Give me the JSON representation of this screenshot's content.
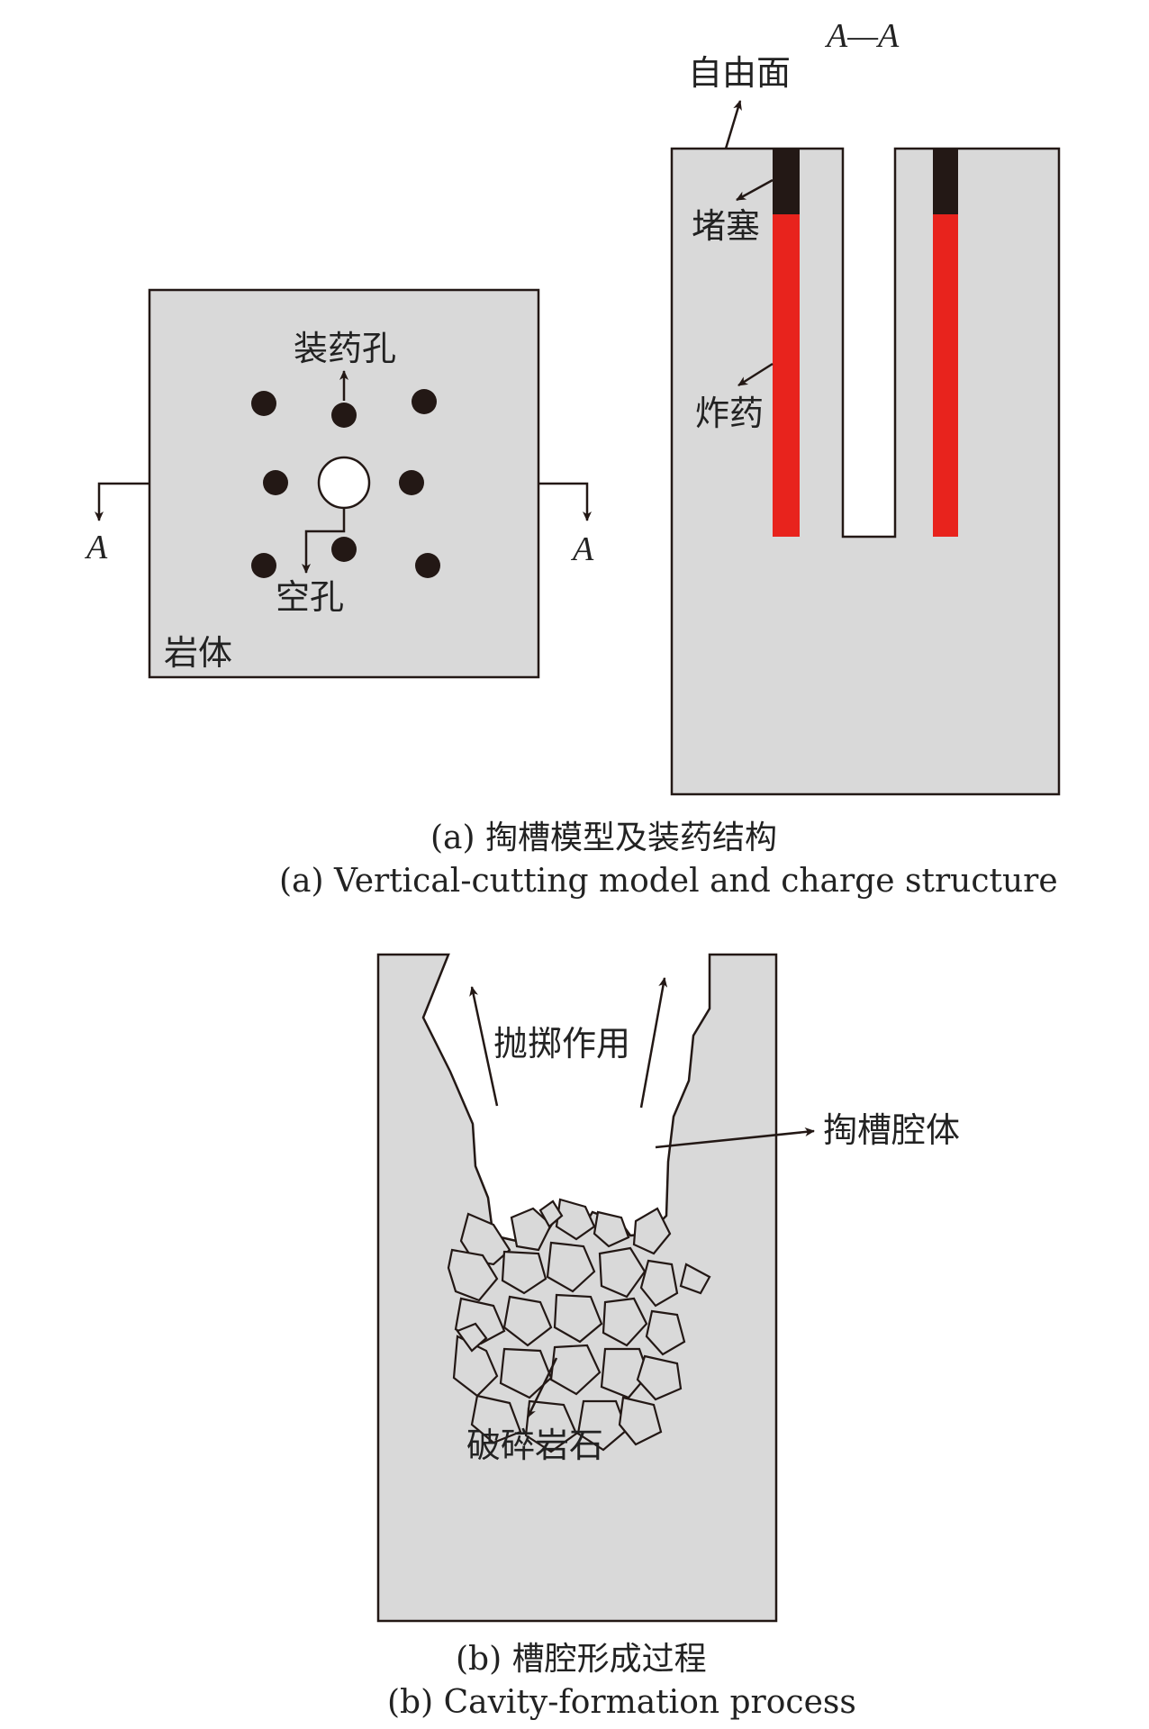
{
  "colors": {
    "rock": "#d9d9d9",
    "outline": "#231815",
    "explosive": "#e8231d",
    "stemming": "#231815",
    "background": "#ffffff"
  },
  "panel_a": {
    "plan_view": {
      "section_mark_left": "A",
      "section_mark_right": "A",
      "charge_hole_label": "装药孔",
      "empty_hole_label": "空孔",
      "rock_label": "岩体"
    },
    "section_view": {
      "section_title": "A—A",
      "free_face_label": "自由面",
      "stemming_label": "堵塞",
      "explosive_label": "炸药"
    },
    "caption_cn": "(a) 掏槽模型及装药结构",
    "caption_en": "(a) Vertical-cutting model and charge structure"
  },
  "panel_b": {
    "throwing_label": "抛掷作用",
    "cavity_label": "掏槽腔体",
    "broken_rock_label": "破碎岩石",
    "caption_cn": "(b) 槽腔形成过程",
    "caption_en": "(b) Cavity-formation process"
  }
}
